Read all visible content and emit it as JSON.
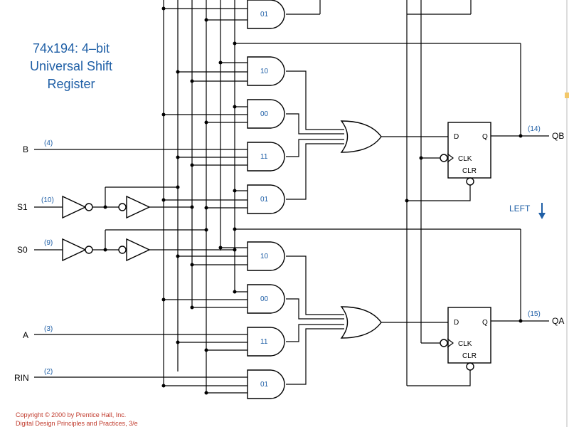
{
  "title": {
    "line1": "74x194: 4–bit",
    "line2": "Universal Shift",
    "line3": "Register"
  },
  "copyright": {
    "line1": "Copyright © 2000 by Prentice Hall, Inc.",
    "line2": "Digital Design Principles and Practices, 3/e"
  },
  "inputs": {
    "B": {
      "label": "B",
      "pin": "(4)"
    },
    "S1": {
      "label": "S1",
      "pin": "(10)"
    },
    "S0": {
      "label": "S0",
      "pin": "(9)"
    },
    "A": {
      "label": "A",
      "pin": "(3)"
    },
    "RIN": {
      "label": "RIN",
      "pin": "(2)"
    }
  },
  "outputs": {
    "QB": {
      "label": "QB",
      "pin": "(14)"
    },
    "QA": {
      "label": "QA",
      "pin": "(15)"
    }
  },
  "gates": [
    "01",
    "10",
    "00",
    "11",
    "01",
    "10",
    "00",
    "11",
    "01"
  ],
  "flipflop": {
    "d": "D",
    "q": "Q",
    "clk": "CLK",
    "clr": "CLR"
  },
  "direction_label": "LEFT"
}
